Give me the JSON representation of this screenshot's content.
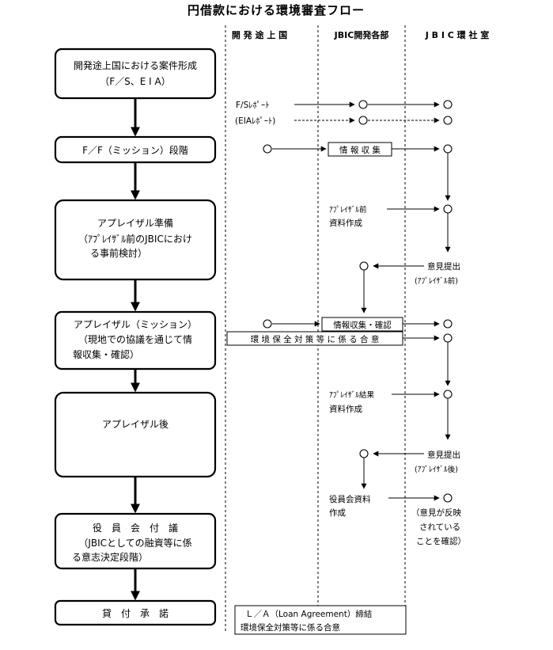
{
  "title": "円借款における環境審査フロー",
  "columns": {
    "developing_country": "開 発 途 上 国",
    "jbic_ops": "JBIC開発各部",
    "jbic_env": "J B I C 環 社 室"
  },
  "stages": [
    {
      "id": "formation",
      "lines": [
        "開発途上国における案件形成",
        "（F／S、E I A）"
      ]
    },
    {
      "id": "ff",
      "lines": [
        "F／F（ミッション）段階"
      ]
    },
    {
      "id": "appraisal-prep",
      "lines": [
        "アプレイザル準備",
        "（ｱﾌﾟﾚｲｻﾞﾙ前のJBICにおけ",
        "る事前検討）"
      ]
    },
    {
      "id": "appraisal",
      "lines": [
        "アプレイザル（ミッション）",
        "（現地での協議を通じて情",
        "報収集・確認）"
      ]
    },
    {
      "id": "after-appraisal",
      "lines": [
        "アプレイザル後"
      ]
    },
    {
      "id": "board",
      "lines": [
        "役　員　会　付　議",
        "（JBICとしての融資等に係",
        "る意志決定段階）"
      ]
    },
    {
      "id": "loan",
      "lines": [
        "貸　付　承　諾"
      ]
    }
  ],
  "labels": {
    "fs_report": "F/Sﾚﾎﾟｰﾄ",
    "eia_report": "(EIAﾚﾎﾟｰﾄ)",
    "info_collection": "情 報 収 集",
    "pre_appraisal_doc_1": "ｱﾌﾟﾚｲｻﾞﾙ前",
    "pre_appraisal_doc_2": "資料作成",
    "opinion_1": "意見提出",
    "opinion_1_sub": "(ｱﾌﾟﾚｲｻﾞﾙ前)",
    "info_confirm": "情報収集・確認",
    "env_agreement": "環 境 保 全 対 策 等 に 係 る 合 意",
    "result_doc_1": "ｱﾌﾟﾚｲｻﾞﾙ結果",
    "result_doc_2": "資料作成",
    "opinion_2": "意見提出",
    "opinion_2_sub": "(ｱﾌﾟﾚｲｻﾞﾙ後)",
    "board_doc_1": "役員会資料",
    "board_doc_2": "作成",
    "reflect_1": "（意見が反映",
    "reflect_2": "されている",
    "reflect_3": "ことを確認）",
    "la_1": "Ｌ／Ａ（Loan Agreement）締結",
    "la_2": "環境保全対策等に係る合意"
  }
}
